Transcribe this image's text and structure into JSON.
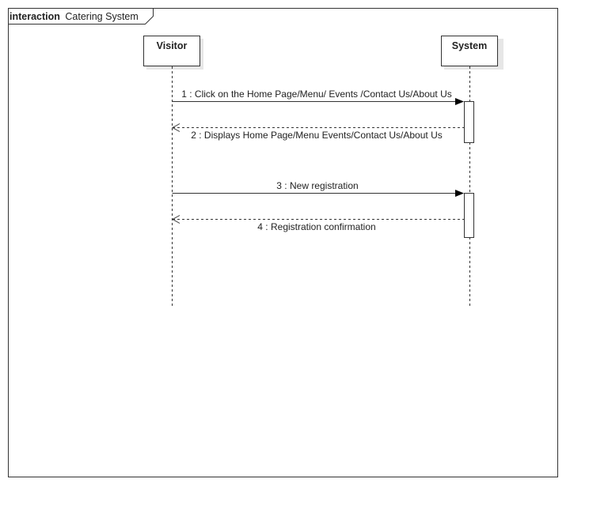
{
  "frame": {
    "keyword": "interaction",
    "name": "Catering System"
  },
  "lifelines": [
    {
      "name": "Visitor"
    },
    {
      "name": "System"
    }
  ],
  "messages": [
    {
      "label": "1 : Click on the Home Page/Menu/ Events /Contact Us/About Us",
      "kind": "synchronous"
    },
    {
      "label": "2 : Displays Home Page/Menu Events/Contact Us/About Us",
      "kind": "reply"
    },
    {
      "label": "3 : New registration",
      "kind": "synchronous"
    },
    {
      "label": "4 : Registration confirmation",
      "kind": "reply"
    }
  ],
  "colors": {
    "line": "#333333",
    "shadow": "#e6e6e6",
    "text": "#222222"
  }
}
